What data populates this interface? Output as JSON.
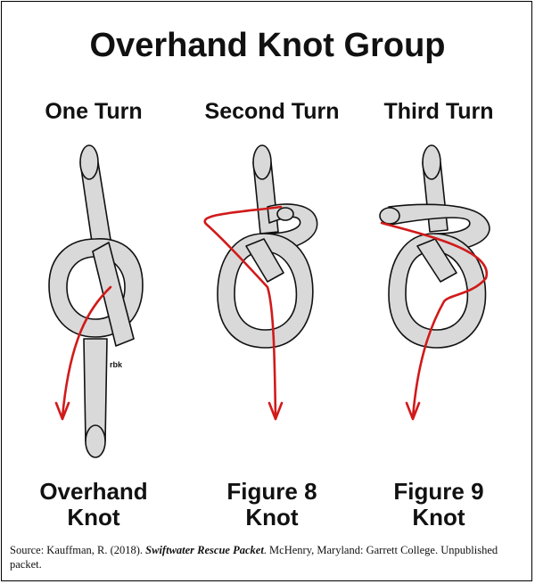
{
  "title": "Overhand Knot Group",
  "columns": [
    {
      "heading": "One Turn",
      "knot_line1": "Overhand",
      "knot_line2": "Knot"
    },
    {
      "heading": "Second Turn",
      "knot_line1": "Figure 8",
      "knot_line2": "Knot"
    },
    {
      "heading": "Third Turn",
      "knot_line1": "Figure 9",
      "knot_line2": "Knot"
    }
  ],
  "initials": "rbk",
  "source": {
    "prefix": "Source: Kauffman, R. (2018). ",
    "work": "Swiftwater Rescue Packet",
    "suffix": ". McHenry, Maryland: Garrett College. Unpublished packet."
  },
  "colors": {
    "rope_fill": "#d9d9d9",
    "outline": "#111111",
    "path_arrow": "#d11a1a"
  }
}
